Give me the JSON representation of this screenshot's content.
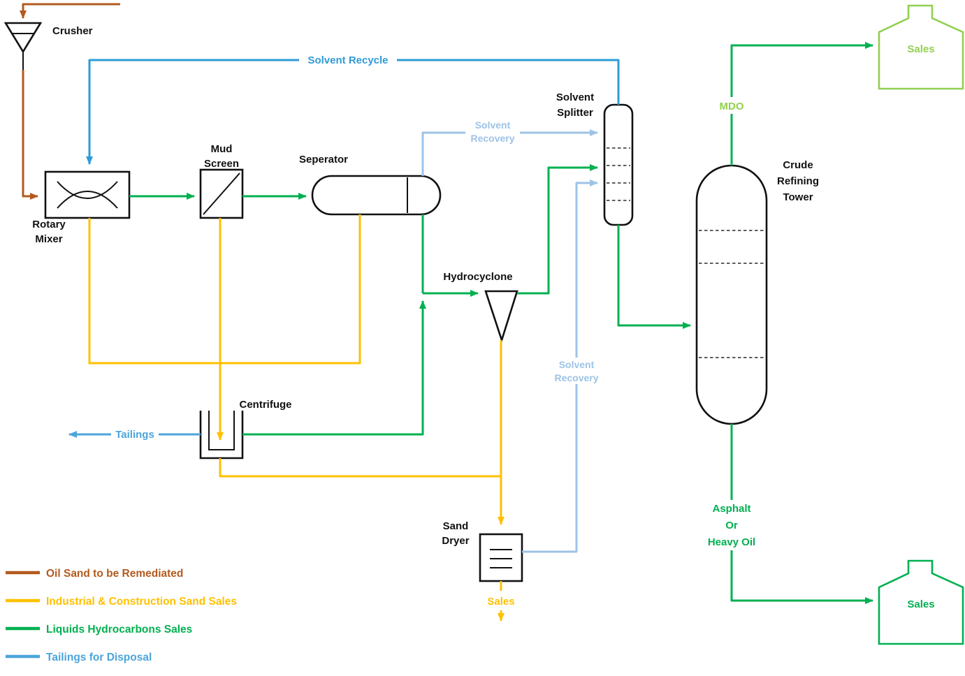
{
  "colors": {
    "brown": "#B35A1E",
    "yellow": "#FFC000",
    "green": "#00B050",
    "lightgreen": "#92D050",
    "blue": "#2E9BD8",
    "paleblue": "#9DC3E6",
    "tailblue": "#4BA5DA",
    "ink": "#111111"
  },
  "nodes": {
    "crusher": {
      "label": "Crusher"
    },
    "rotary_mixer": {
      "line1": "Rotary",
      "line2": "Mixer"
    },
    "mud_screen": {
      "line1": "Mud",
      "line2": "Screen"
    },
    "separator": {
      "label": "Seperator"
    },
    "hydrocyclone": {
      "label": "Hydrocyclone"
    },
    "solvent_splitter": {
      "line1": "Solvent",
      "line2": "Splitter"
    },
    "crude_refining_tower": {
      "line1": "Crude",
      "line2": "Refining",
      "line3": "Tower"
    },
    "centrifuge": {
      "label": "Centrifuge"
    },
    "sand_dryer": {
      "line1": "Sand",
      "line2": "Dryer"
    },
    "sales_tank_mdo": {
      "label": "Sales"
    },
    "sales_tank_asphalt": {
      "label": "Sales"
    }
  },
  "flow_labels": {
    "solvent_recycle": "Solvent Recycle",
    "solvent_recovery_separator": {
      "line1": "Solvent",
      "line2": "Recovery"
    },
    "solvent_recovery_dryer": {
      "line1": "Solvent",
      "line2": "Recovery"
    },
    "tailings": "Tailings",
    "mdo": "MDO",
    "asphalt": {
      "line1": "Asphalt",
      "line2": "Or",
      "line3": "Heavy Oil"
    },
    "sand_sales": "Sales"
  },
  "legend": {
    "items": [
      {
        "label": "Oil Sand to be Remediated",
        "color_key": "brown"
      },
      {
        "label": "Industrial & Construction Sand Sales",
        "color_key": "yellow"
      },
      {
        "label": "Liquids Hydrocarbons Sales",
        "color_key": "green"
      },
      {
        "label": "Tailings for Disposal",
        "color_key": "tailblue"
      }
    ]
  }
}
